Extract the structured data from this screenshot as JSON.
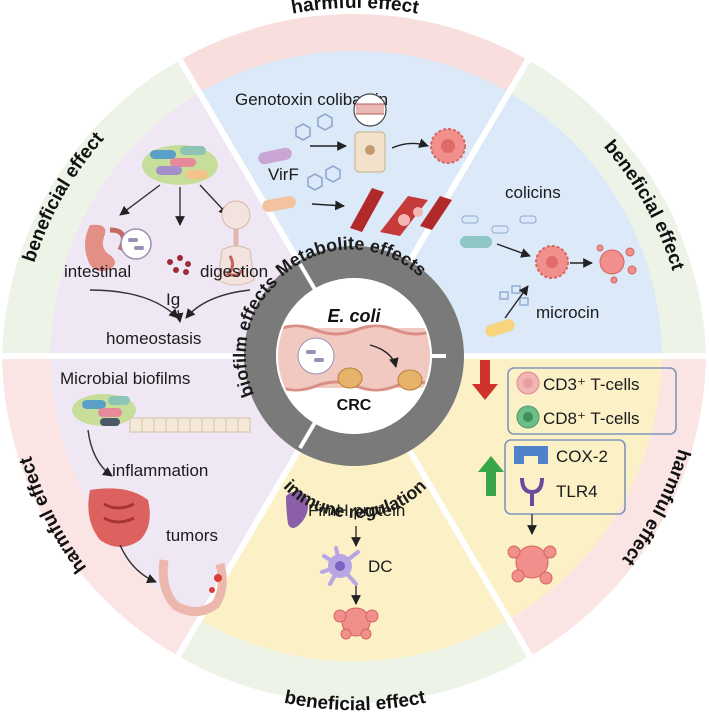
{
  "colors": {
    "outer_green": "#eef3e8",
    "outer_pink": "#fbe4e4",
    "outer_pink_top": "#f9dede",
    "blue_sector": "#dbe9f8",
    "lavender_sector": "#efe8f4",
    "yellow_sector": "#fbf0c6",
    "hub_ring": "#7a7a7a",
    "hub_inner": "#ffffff",
    "arrow_red": "#d1332a",
    "arrow_green": "#3aa64a",
    "box_border": "#7f97b8"
  },
  "outer_ring": {
    "top": "harmful effect",
    "upper_right": "beneficial effect",
    "lower_right": "harmful effect",
    "bottom": "beneficial effect",
    "lower_left": "harmful effect",
    "upper_left": "beneficial effect"
  },
  "hub": {
    "center_title": "E. coli",
    "center_subtitle": "CRC",
    "ring_metabolite": "Metabolite effects",
    "ring_immune": "immune regulation",
    "ring_biofilm": "biofilm effects"
  },
  "metabolite": {
    "genotoxin": "Genotoxin colibactin",
    "virf": "VirF",
    "colicins": "colicins",
    "microcin": "microcin"
  },
  "biofilm_beneficial": {
    "intestinal": "intestinal",
    "digestion": "digestion",
    "ig": "Ig",
    "homeostasis": "homeostasis"
  },
  "biofilm_harmful": {
    "microbial_biofilms": "Microbial biofilms",
    "inflammation": "inflammation",
    "tumors": "tumors"
  },
  "immune_beneficial": {
    "fimh": "FimH protein",
    "dc": "DC"
  },
  "immune_harmful": {
    "cd3": "CD3⁺ T-cells",
    "cd8": "CD8⁺ T-cells",
    "cox2": "COX-2",
    "tlr4": "TLR4"
  },
  "icons": [
    "bacteria-icon",
    "tumor-cell-icon",
    "blood-vessel-icon",
    "intestine-icon",
    "digestive-system-icon",
    "dendritic-cell-icon",
    "receptor-icon",
    "down-arrow-icon",
    "up-arrow-icon"
  ]
}
